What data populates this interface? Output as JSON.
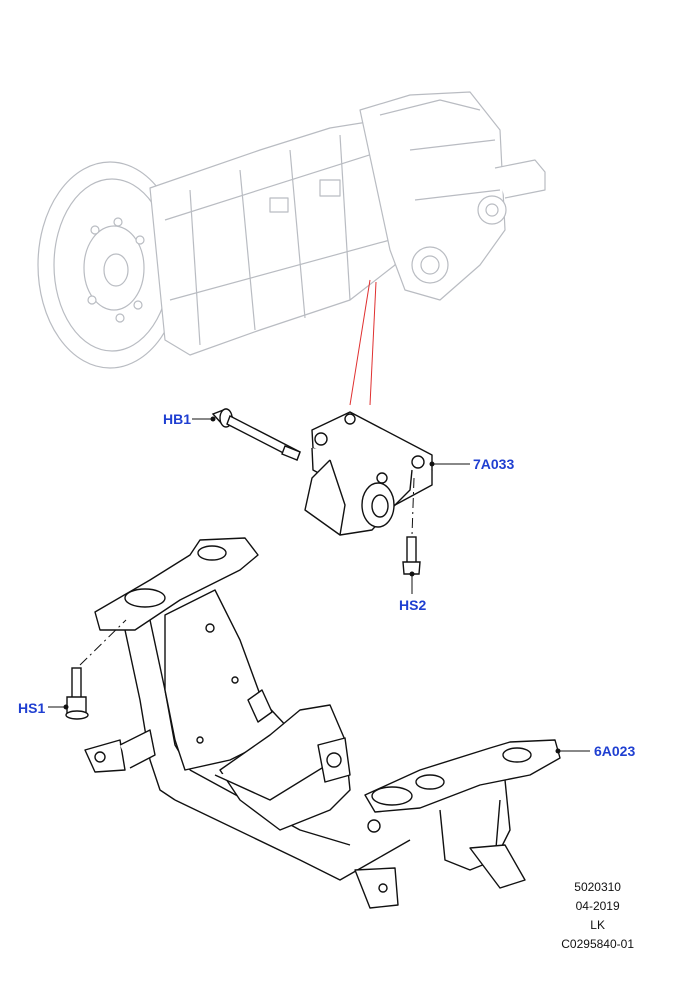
{
  "callouts": {
    "hb1": "HB1",
    "a7033": "7A033",
    "hs2": "HS2",
    "hs1": "HS1",
    "a6023": "6A023"
  },
  "meta": {
    "number": "5020310",
    "date": "04-2019",
    "initials": "LK",
    "ref": "C0295840-01"
  },
  "colors": {
    "callout": "#1f3fd1",
    "leader_red": "#e03030",
    "ghost": "#b9bcc2",
    "line": "#111111"
  }
}
